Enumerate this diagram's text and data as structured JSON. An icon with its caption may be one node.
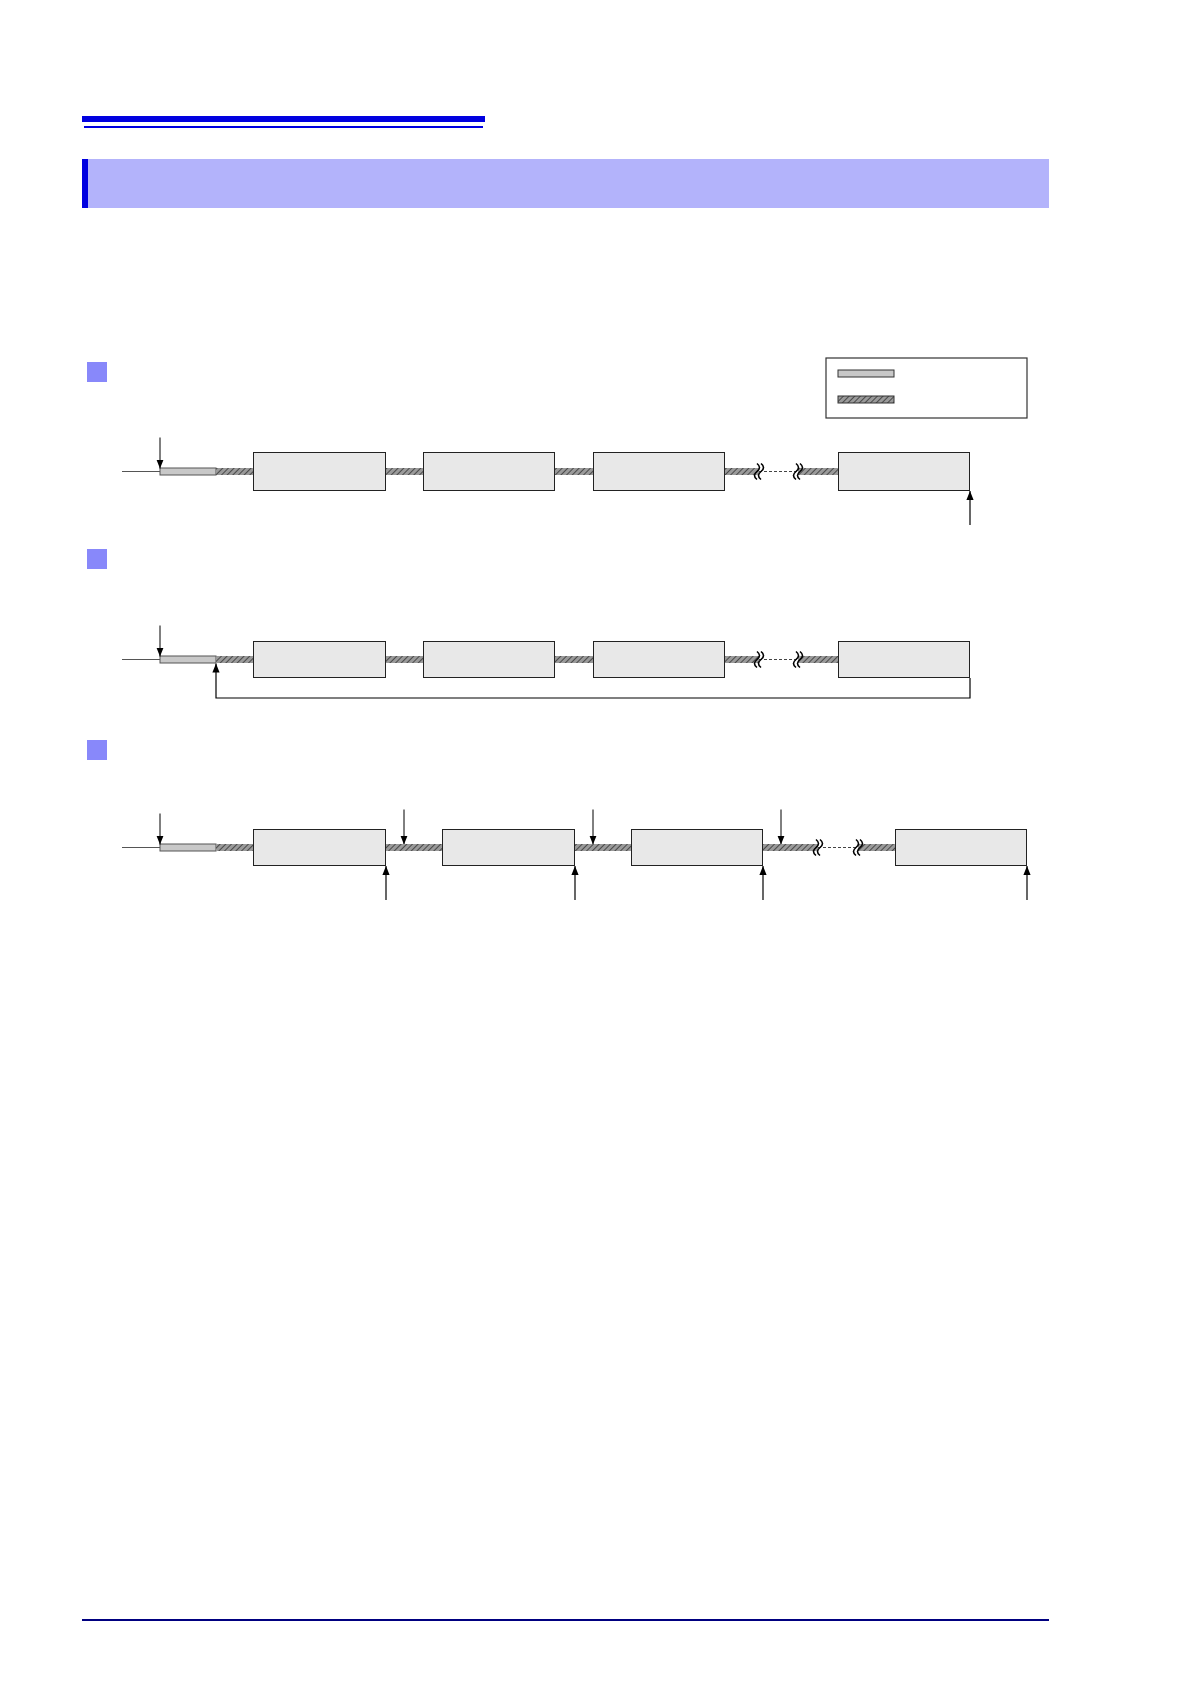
{
  "diagram": {
    "nodes": [
      {
        "text": [],
        "shape": "box"
      },
      {
        "text": [],
        "shape": "box"
      },
      {
        "text": [],
        "shape": "box"
      },
      {
        "text": [],
        "shape": "box"
      },
      {
        "text": [],
        "shape": "box"
      },
      {
        "text": [],
        "shape": "box"
      },
      {
        "text": [],
        "shape": "box"
      },
      {
        "text": [],
        "shape": "box"
      },
      {
        "text": [],
        "shape": "box"
      },
      {
        "text": [],
        "shape": "box"
      },
      {
        "text": [],
        "shape": "box"
      },
      {
        "text": [],
        "shape": "box"
      }
    ],
    "edges": [
      {
        "from": 0,
        "to": 1,
        "arrow": "none",
        "style": "thick"
      },
      {
        "from": 1,
        "to": 2,
        "arrow": "none",
        "style": "thick"
      },
      {
        "from": 2,
        "to": 3,
        "arrow": "none",
        "style": "thick"
      },
      {
        "from": null,
        "to": 3,
        "arrow": "to"
      },
      {
        "from": 4,
        "to": 5,
        "arrow": "none",
        "style": "thick"
      },
      {
        "from": 5,
        "to": 6,
        "arrow": "none",
        "style": "thick"
      },
      {
        "from": 6,
        "to": 7,
        "arrow": "none",
        "style": "thick"
      },
      {
        "from": 7,
        "to": 4,
        "arrow": "to"
      },
      {
        "from": null,
        "to": 0,
        "arrow": "none",
        "style": "thick"
      },
      {
        "from": null,
        "to": 4,
        "arrow": "none",
        "style": "thick"
      },
      {
        "from": null,
        "to": 8,
        "arrow": "none",
        "style": "thick"
      },
      {
        "from": 8,
        "to": 9,
        "arrow": "none",
        "style": "thick"
      },
      {
        "from": 9,
        "to": 10,
        "arrow": "none",
        "style": "thick"
      },
      {
        "from": 10,
        "to": 11,
        "arrow": "none",
        "style": "thick"
      },
      {
        "from": null,
        "to": 8,
        "arrow": "to"
      },
      {
        "from": null,
        "to": 9,
        "arrow": "to"
      },
      {
        "from": null,
        "to": 10,
        "arrow": "to"
      },
      {
        "from": null,
        "to": 11,
        "arrow": "to"
      }
    ]
  }
}
